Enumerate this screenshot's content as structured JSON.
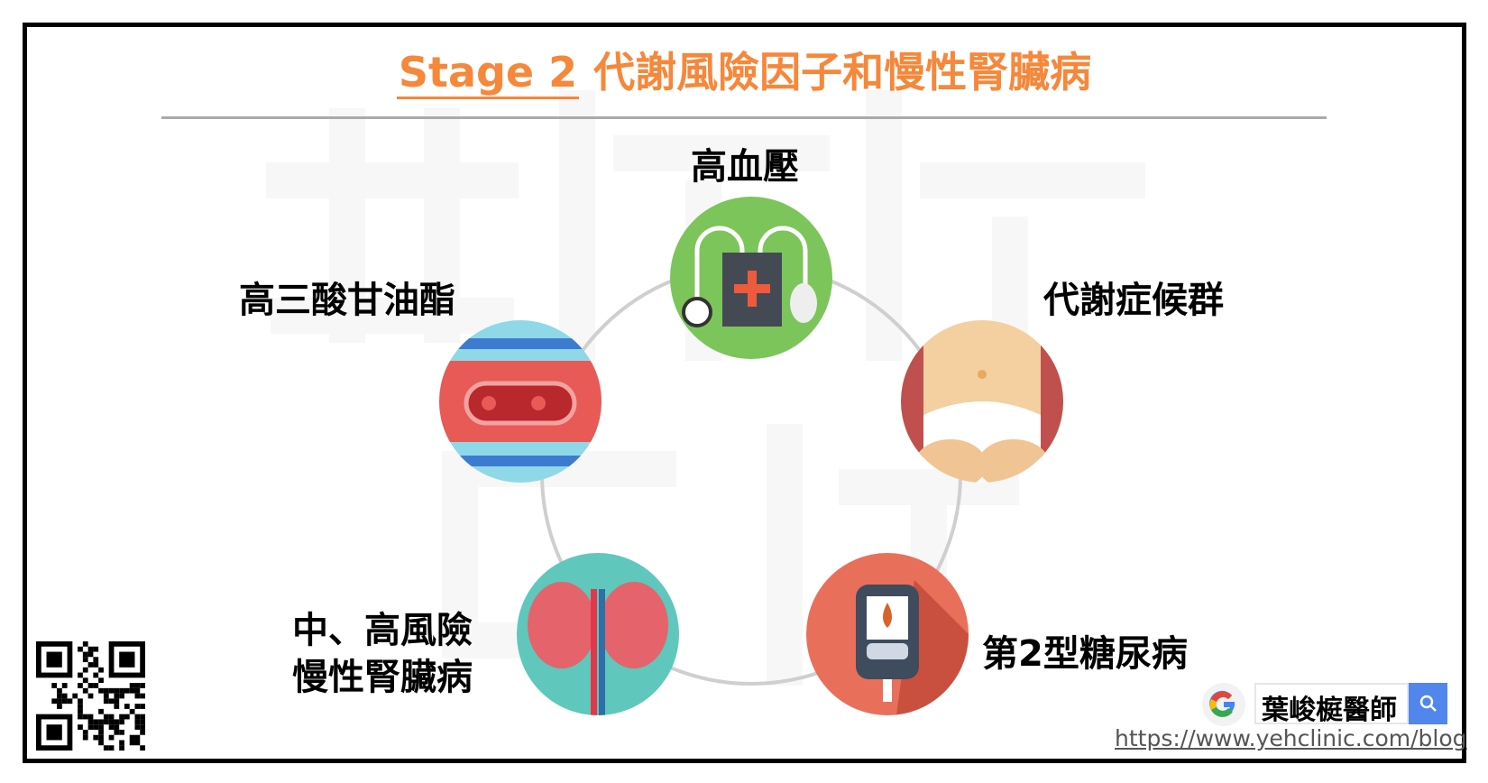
{
  "title": {
    "prefix": "Stage 2",
    "rest": " 代謝風險因子和慢性腎臟病",
    "color": "#f5883a"
  },
  "watermark": {
    "line1": "葉峻榳",
    "line2": "醫師"
  },
  "factors": [
    {
      "label": "高血壓",
      "icon": "blood-pressure-icon"
    },
    {
      "label": "代謝症候群",
      "icon": "belly-fat-icon"
    },
    {
      "label": "第2型糖尿病",
      "icon": "glucose-meter-icon"
    },
    {
      "label_line1": "中、高風險",
      "label_line2": "慢性腎臟病",
      "icon": "kidney-icon"
    },
    {
      "label": "高三酸甘油酯",
      "icon": "blood-vessel-icon"
    }
  ],
  "search": {
    "query": "葉峻榳醫師",
    "button_icon": "search-icon"
  },
  "footer": {
    "url": "https://www.yehclinic.com/blog"
  }
}
